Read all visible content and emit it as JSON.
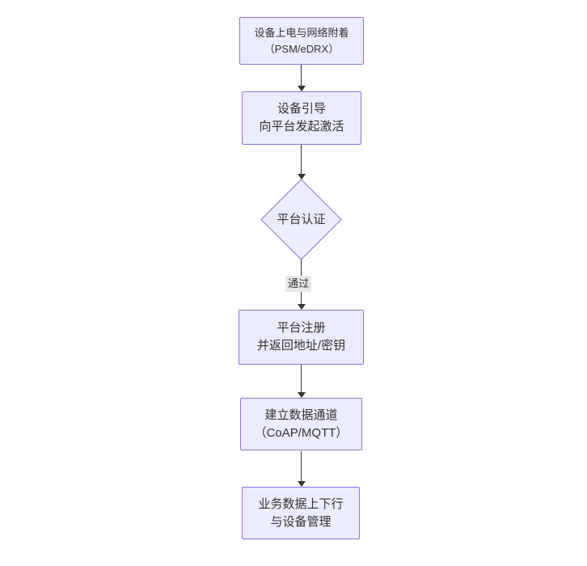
{
  "flowchart": {
    "type": "flowchart",
    "direction": "top-down",
    "nodes": {
      "power": {
        "shape": "rect",
        "line1": "设备上电与网络附着",
        "line2": "（PSM/eDRX）"
      },
      "bootstrap": {
        "shape": "rect",
        "line1": "设备引导",
        "line2": "向平台发起激活"
      },
      "auth": {
        "shape": "diamond",
        "line1": "平台认证"
      },
      "register": {
        "shape": "rect",
        "line1": "平台注册",
        "line2": "并返回地址/密钥"
      },
      "channel": {
        "shape": "rect",
        "line1": "建立数据通道",
        "line2": "（CoAP/MQTT）"
      },
      "business": {
        "shape": "rect",
        "line1": "业务数据上下行",
        "line2": "与设备管理"
      }
    },
    "edges": [
      {
        "from": "power",
        "to": "bootstrap",
        "label": ""
      },
      {
        "from": "bootstrap",
        "to": "auth",
        "label": ""
      },
      {
        "from": "auth",
        "to": "register",
        "label": "通过"
      },
      {
        "from": "register",
        "to": "channel",
        "label": ""
      },
      {
        "from": "channel",
        "to": "business",
        "label": ""
      }
    ],
    "edge_labels": {
      "auth_pass": "通过"
    },
    "colors": {
      "node_fill": "#ECECFF",
      "node_border": "#9370DB",
      "edge": "#333333",
      "label_bg": "#e8e8e8",
      "text": "#333333",
      "background": "#ffffff"
    }
  }
}
